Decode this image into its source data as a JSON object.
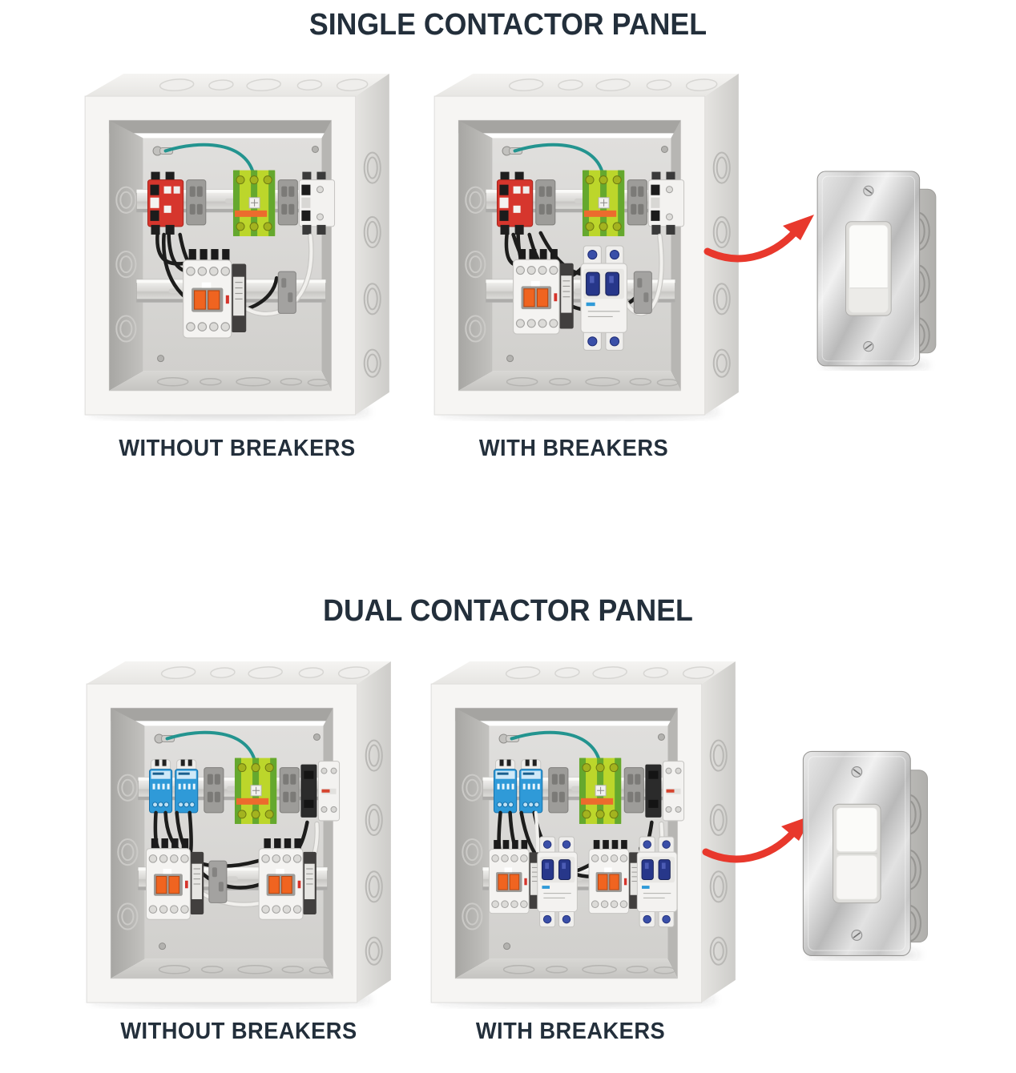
{
  "infographic": {
    "background_color": "#ffffff",
    "heading_color": "#232f3b",
    "arrow_color": "#e8382c"
  },
  "sections": [
    {
      "title": "SINGLE CONTACTOR PANEL",
      "panels": [
        {
          "caption": "WITHOUT BREAKERS",
          "components": [
            "metal-enclosure",
            "din-rail",
            "power-terminal-blocks",
            "ground-terminal-block",
            "contactor",
            "ground-wire",
            "black-white-wiring"
          ]
        },
        {
          "caption": "WITH BREAKERS",
          "components": [
            "metal-enclosure",
            "din-rail",
            "power-terminal-blocks",
            "ground-terminal-block",
            "contactor",
            "circuit-breaker",
            "ground-wire",
            "black-white-wiring"
          ]
        }
      ],
      "arrow": "curved-arrow-icon",
      "switch": "single-rocker-wall-switch"
    },
    {
      "title": "DUAL CONTACTOR PANEL",
      "panels": [
        {
          "caption": "WITHOUT BREAKERS",
          "components": [
            "metal-enclosure",
            "din-rail",
            "distribution-blocks",
            "ground-terminal-block",
            "contactor",
            "contactor",
            "ground-wire",
            "black-white-wiring"
          ]
        },
        {
          "caption": "WITH BREAKERS",
          "components": [
            "metal-enclosure",
            "din-rail",
            "distribution-blocks",
            "ground-terminal-block",
            "contactor",
            "circuit-breaker",
            "contactor",
            "circuit-breaker",
            "ground-wire",
            "black-white-wiring"
          ]
        }
      ],
      "arrow": "curved-arrow-icon",
      "switch": "dual-rocker-wall-switch"
    }
  ]
}
